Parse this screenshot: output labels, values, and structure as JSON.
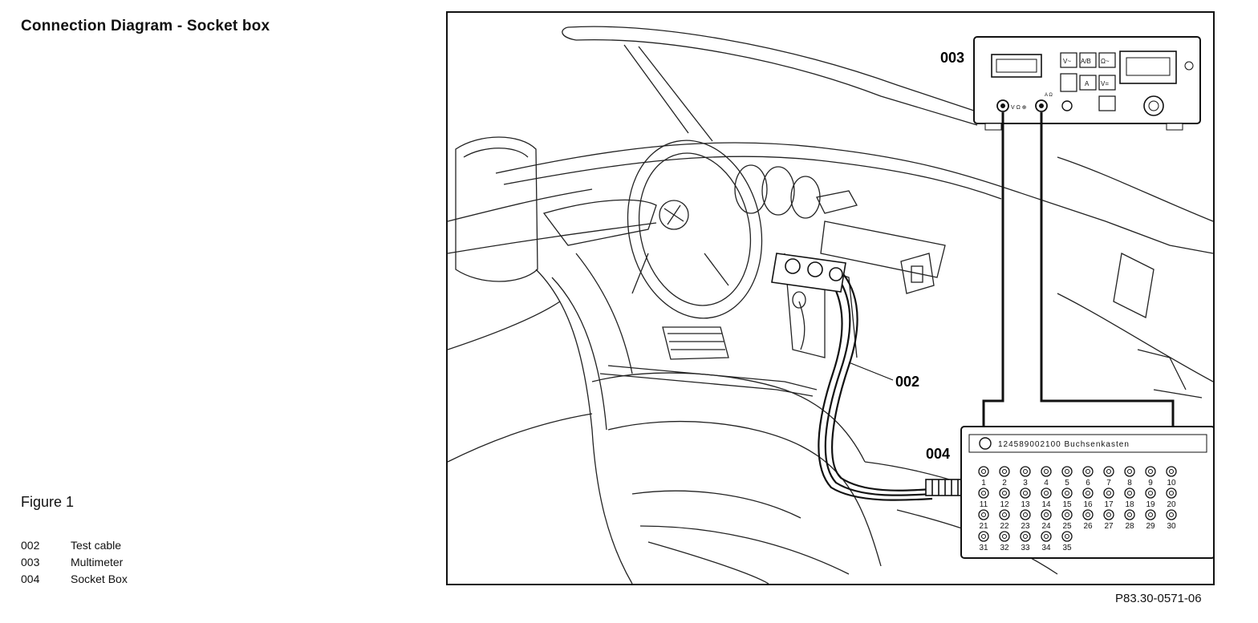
{
  "title": "Connection Diagram - Socket box",
  "figure": {
    "label": "Figure 1",
    "id": "P83.30-0571-06"
  },
  "legend": [
    {
      "code": "002",
      "text": "Test cable"
    },
    {
      "code": "003",
      "text": "Multimeter"
    },
    {
      "code": "004",
      "text": "Socket Box"
    }
  ],
  "callouts": {
    "test_cable": "002",
    "multimeter": "003",
    "socket_box": "004"
  },
  "multimeter": {
    "keys": [
      "V~",
      "A/B",
      "Ω~",
      "A",
      "V="
    ],
    "terminal_label": "V Ω ⊕",
    "terminal_label_right": "A Ω"
  },
  "socket_box": {
    "header": "124589002100  Buchsenkasten",
    "sockets": [
      "1",
      "2",
      "3",
      "4",
      "5",
      "6",
      "7",
      "8",
      "9",
      "10",
      "11",
      "12",
      "13",
      "14",
      "15",
      "16",
      "17",
      "18",
      "19",
      "20",
      "21",
      "22",
      "23",
      "24",
      "25",
      "26",
      "27",
      "28",
      "29",
      "30",
      "31",
      "32",
      "33",
      "34",
      "35"
    ]
  }
}
